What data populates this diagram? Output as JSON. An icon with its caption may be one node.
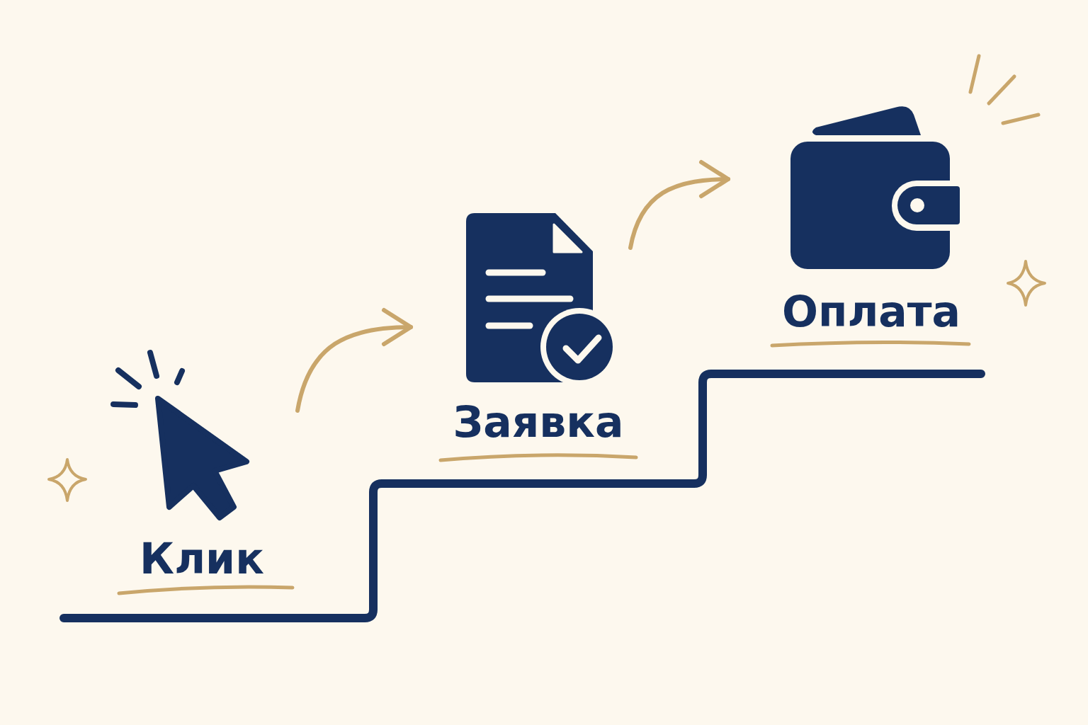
{
  "diagram": {
    "nodes": [
      {
        "text": [
          "Клик"
        ]
      },
      {
        "text": [
          "Заявка"
        ]
      },
      {
        "text": [
          "Оплата"
        ]
      }
    ],
    "edges": [
      {
        "from": 0,
        "to": 1,
        "arrow": "to"
      },
      {
        "from": 1,
        "to": 2,
        "arrow": "to"
      }
    ]
  }
}
